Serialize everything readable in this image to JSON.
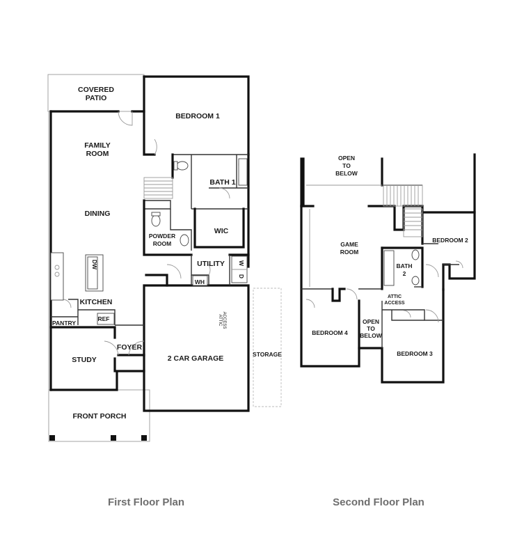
{
  "first_floor": {
    "caption": "First Floor Plan",
    "rooms": {
      "covered_patio": [
        "COVERED",
        "PATIO"
      ],
      "bedroom_1": "BEDROOM 1",
      "family_room": [
        "FAMILY",
        "ROOM"
      ],
      "bath_1": "BATH 1",
      "dining": "DINING",
      "wic": "WIC",
      "powder_room": [
        "POWDER",
        "ROOM"
      ],
      "utility": "UTILITY",
      "w": "W",
      "d": "D",
      "dw": "DW",
      "wh": "WH",
      "kitchen": "KITCHEN",
      "pantry": "PANTRY",
      "ref": "REF",
      "attic_access": [
        "ATTIC",
        "ACCESS"
      ],
      "foyer": "FOYER",
      "study": "STUDY",
      "garage": "2 CAR GARAGE",
      "storage": "STORAGE",
      "front_porch": "FRONT PORCH"
    }
  },
  "second_floor": {
    "caption": "Second Floor Plan",
    "rooms": {
      "open_to_below_top": [
        "OPEN",
        "TO",
        "BELOW"
      ],
      "game_room": [
        "GAME",
        "ROOM"
      ],
      "bedroom_2": "BEDROOM 2",
      "bath_2": [
        "BATH",
        "2"
      ],
      "attic_access": [
        "ATTIC",
        "ACCESS"
      ],
      "bedroom_4": "BEDROOM 4",
      "open_to_below_mid": [
        "OPEN",
        "TO",
        "BELOW"
      ],
      "bedroom_3": "BEDROOM 3"
    }
  }
}
